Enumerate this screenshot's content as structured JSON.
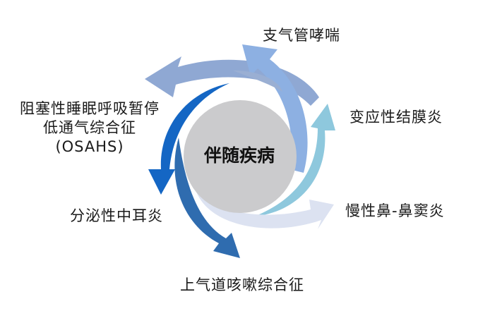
{
  "diagram": {
    "center": {
      "label": "伴随疾病",
      "fill": "#CBCBCD"
    },
    "items": [
      {
        "id": "bronchial-asthma",
        "label": "支气管哮喘",
        "arrow_color": "#8DB0E2"
      },
      {
        "id": "allergic-conjunctivitis",
        "label": "变应性结膜炎",
        "arrow_color": "#8EC8DD"
      },
      {
        "id": "chronic-rhinosinusitis",
        "label": "慢性鼻-鼻窦炎",
        "arrow_color": "#DCE2F1"
      },
      {
        "id": "upper-airway-cough-syndrome",
        "label": "上气道咳嗽综合征",
        "arrow_color": "#2F6CAF"
      },
      {
        "id": "secretory-otitis-media",
        "label": "分泌性中耳炎",
        "arrow_color": "#1466C4"
      },
      {
        "id": "osahs",
        "label_lines": [
          "阻塞性睡眠呼吸暂停",
          "低通气综合征",
          "(OSAHS)"
        ],
        "arrow_color": "#8FA8D3"
      }
    ]
  }
}
